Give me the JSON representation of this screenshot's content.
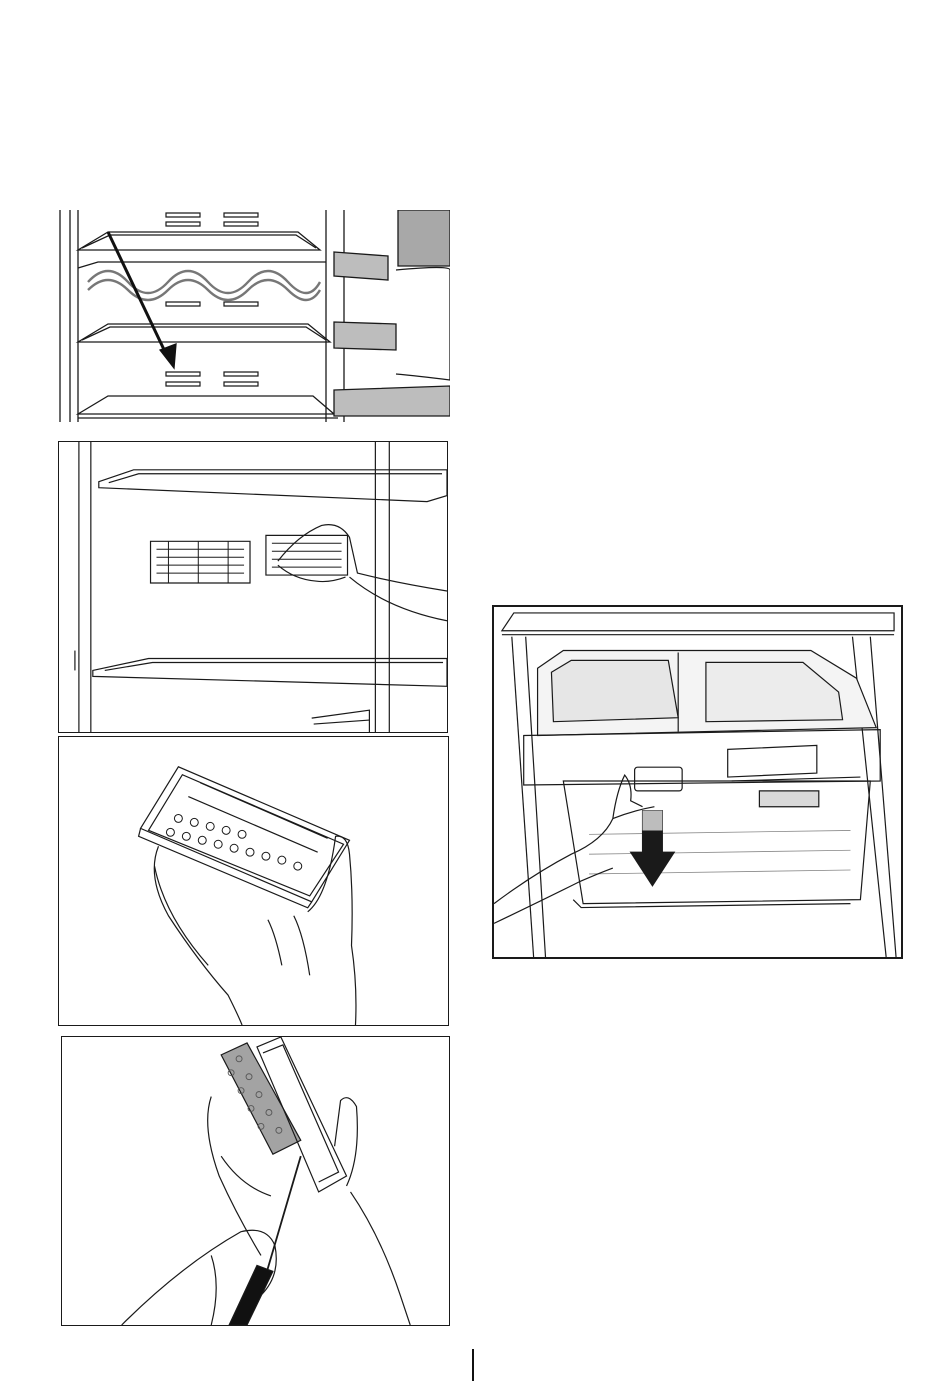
{
  "page": {
    "background": "#ffffff",
    "line_color": "#1a1a1a",
    "shade_color": "#9a9a9a",
    "figures": [
      {
        "id": "fridge-shelves-airflow",
        "icon": "arrow-down-right"
      },
      {
        "id": "remove-filter-cover-from-wall",
        "icon": "hand"
      },
      {
        "id": "filter-cover-in-hand",
        "icon": "hand"
      },
      {
        "id": "lift-filter-with-tool",
        "icon": "screwdriver"
      },
      {
        "id": "pull-out-crisper-drawer",
        "icon": "arrow-down"
      }
    ],
    "page_marker": "|"
  }
}
